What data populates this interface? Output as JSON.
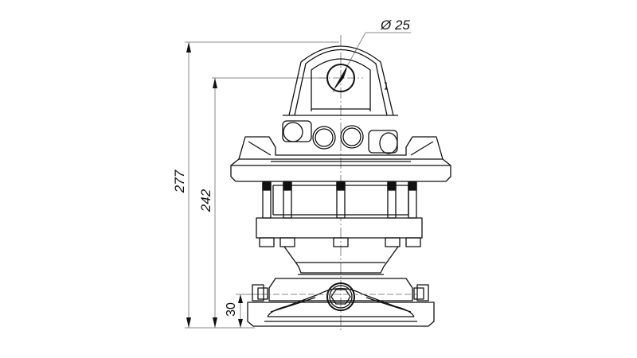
{
  "drawing": {
    "subject": "rotator technical drawing, front view",
    "stroke_color": "#111111",
    "dimension_line_color": "#888888",
    "centerline_color": "#666666"
  },
  "dimensions": {
    "diameter": {
      "symbol": "Ø",
      "value": "25",
      "label": "Ø 25"
    },
    "overall_height": {
      "value": "277",
      "label": "277"
    },
    "height_to_pin_center": {
      "value": "242",
      "label": "242"
    },
    "base_height": {
      "value": "30",
      "label": "30"
    }
  }
}
